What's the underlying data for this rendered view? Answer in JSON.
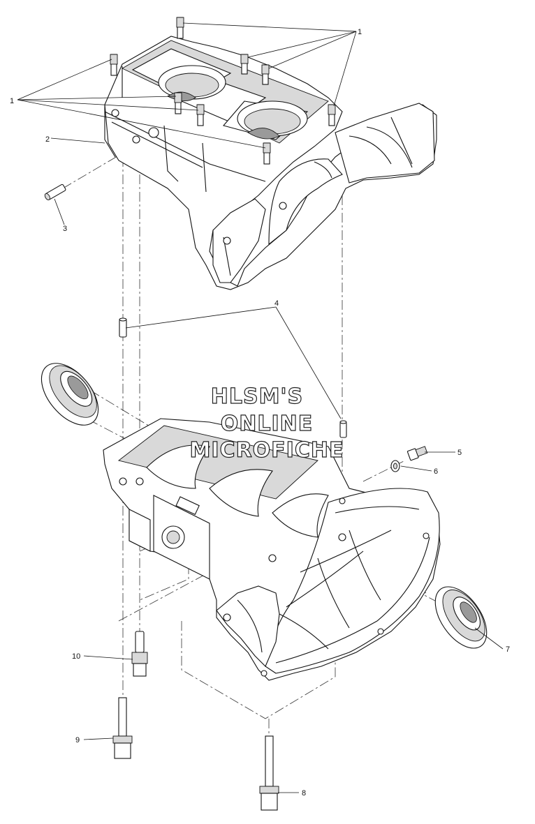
{
  "watermark": {
    "line1": "HLSM'S",
    "line2": "ONLINE",
    "line3": "MICROFICHE"
  },
  "callouts": [
    {
      "id": "c1a",
      "label": "1"
    },
    {
      "id": "c1b",
      "label": "1"
    },
    {
      "id": "c2",
      "label": "2"
    },
    {
      "id": "c3",
      "label": "3"
    },
    {
      "id": "c4",
      "label": "4"
    },
    {
      "id": "c5",
      "label": "5"
    },
    {
      "id": "c6",
      "label": "6"
    },
    {
      "id": "c7",
      "label": "7"
    },
    {
      "id": "c8",
      "label": "8"
    },
    {
      "id": "c9",
      "label": "9"
    },
    {
      "id": "c10",
      "label": "10"
    }
  ]
}
